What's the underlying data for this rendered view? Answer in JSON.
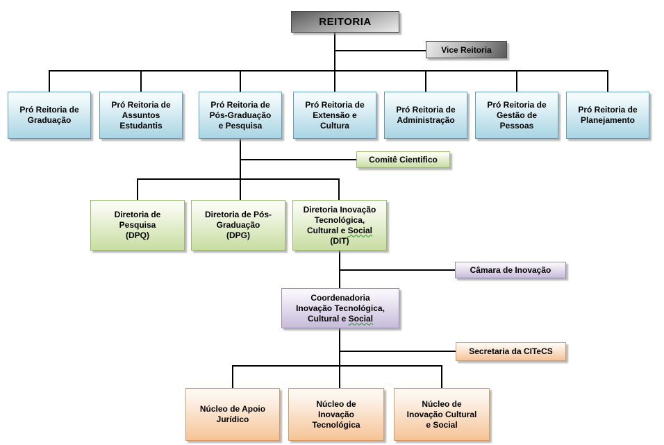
{
  "chart": {
    "type": "org-chart",
    "title": "REITORIA",
    "nodes": {
      "reitoria": {
        "label": "REITORIA"
      },
      "vice_reitoria": {
        "label": "Vice Reitoria"
      },
      "pro_reitorias": [
        {
          "label": "Pró Reitoria de Graduação",
          "lines": [
            "Pró Reitoria de",
            "Graduação"
          ]
        },
        {
          "label": "Pró Reitoria de Assuntos Estudantis",
          "lines": [
            "Pró Reitoria de",
            "Assuntos",
            "Estudantis"
          ]
        },
        {
          "label": "Pró Reitoria de Pós-Graduação e Pesquisa",
          "lines": [
            "Pró Reitoria de",
            "Pós-Graduação",
            "e Pesquisa"
          ]
        },
        {
          "label": "Pró Reitoria de Extensão e Cultura",
          "lines": [
            "Pró Reitoria de",
            "Extensão e",
            "Cultura"
          ]
        },
        {
          "label": "Pró Reitoria de Administração",
          "lines": [
            "Pró Reitoria de",
            "Administração"
          ]
        },
        {
          "label": "Pró Reitoria de Gestão de Pessoas",
          "lines": [
            "Pró Reitoria de",
            "Gestão de",
            "Pessoas"
          ]
        },
        {
          "label": "Pró Reitoria de Planejamento",
          "lines": [
            "Pró Reitoria de",
            "Planejamento"
          ]
        }
      ],
      "comite_cientifico": {
        "label": "Comitê Cientifico"
      },
      "diretorias": [
        {
          "label": "Diretoria de Pesquisa (DPQ)",
          "lines": [
            "Diretoria de",
            "Pesquisa",
            "(DPQ)"
          ]
        },
        {
          "label": "Diretoria de Pós-Graduação (DPG)",
          "lines": [
            "Diretoria de Pós-",
            "Graduação",
            "(DPG)"
          ]
        },
        {
          "label": "Diretoria Inovação Tecnológica, Cultural e Social (DIT)",
          "lines": [
            "Diretoria Inovação",
            "Tecnológica,",
            "Cultural e *Social*",
            "(DIT)"
          ]
        }
      ],
      "camara_inovacao": {
        "label": "Câmara de Inovação"
      },
      "coordenadoria": {
        "label": "Coordenadoria Inovação Tecnológica, Cultural e Social",
        "lines": [
          "Coordenadoria",
          "Inovação Tecnológica,",
          "Cultural e *Social*"
        ]
      },
      "secretaria": {
        "label": "Secretaria da CITeCS"
      },
      "nucleos": [
        {
          "label": "Núcleo de Apoio Jurídico",
          "lines": [
            "Núcleo de Apoio",
            "Jurídico"
          ]
        },
        {
          "label": "Núcleo de Inovação Tecnológica",
          "lines": [
            "Núcleo de",
            "Inovação",
            "Tecnológica"
          ]
        },
        {
          "label": "Núcleo de Inovação Cultural e Social",
          "lines": [
            "Núcleo de",
            "Inovação Cultural",
            "e Social"
          ]
        }
      ]
    }
  },
  "palette": {
    "line_color": "#000000",
    "gray_dark": "#5a5a5a",
    "gray_light": "#ececec",
    "blue_top": "#f2fafc",
    "blue_bottom": "#a9d4e3",
    "blue_border": "#5f9fb9",
    "green_top": "#f8fbf1",
    "green_bottom": "#c9dda2",
    "green_border": "#9cba6e",
    "purple_top": "#f7f5fa",
    "purple_bottom": "#c8bcda",
    "purple_border": "#968cb4",
    "orange_top": "#fdf7f0",
    "orange_bottom": "#f5c397",
    "orange_border": "#d79b67",
    "shadow": "rgba(145,145,145,0.65)",
    "squiggle": "#2e8b2e"
  }
}
